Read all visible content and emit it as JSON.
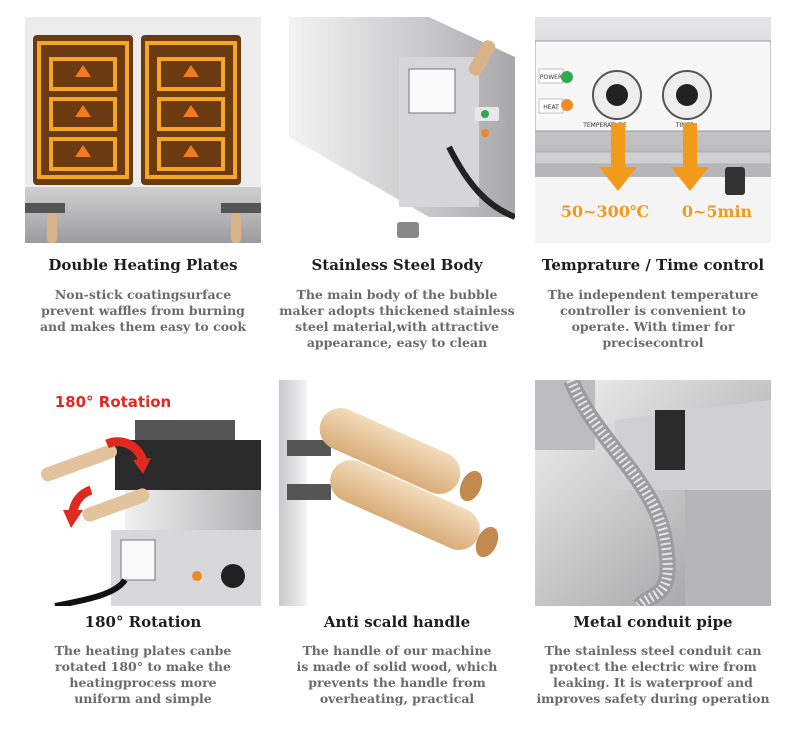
{
  "features": [
    {
      "title": "Double Heating Plates",
      "lines": [
        "Non-stick coatingsurface",
        "prevent waffles from burning",
        "and makes them easy to cook"
      ]
    },
    {
      "title": "Stainless Steel Body",
      "lines": [
        "The main body of the bubble",
        "maker adopts thickened stainless",
        "steel material,with attractive",
        "appearance, easy to clean"
      ]
    },
    {
      "title": "Temprature / Time control",
      "lines": [
        "The independent temperature",
        "controller is convenient to",
        "operate. With timer for",
        "precisecontrol"
      ],
      "temp_range": "50~300℃",
      "time_range": "0~5min",
      "panel": {
        "power": "POWER",
        "heat": "HEAT",
        "temperature": "TEMPERATURE",
        "timer": "TIMER"
      }
    },
    {
      "title": "180°  Rotation",
      "lines": [
        "The heating plates canbe",
        "rotated 180°  to make the",
        "heatingprocess more",
        "uniform and simple"
      ],
      "overlay": "180° Rotation"
    },
    {
      "title": "Anti scald handle",
      "lines": [
        "The handle of our machine",
        "is made of solid wood, which",
        "prevents the handle from",
        "overheating, practical"
      ]
    },
    {
      "title": "Metal conduit pipe",
      "lines": [
        "The stainless steel conduit can",
        "protect the electric wire from",
        "leaking. It is waterproof and",
        "improves safety during operation"
      ]
    }
  ],
  "colors": {
    "accent_orange": "#f29a1a",
    "rotation_red": "#e0291f",
    "title_text": "#1e1e1e",
    "desc_text": "#6a6a6a"
  }
}
